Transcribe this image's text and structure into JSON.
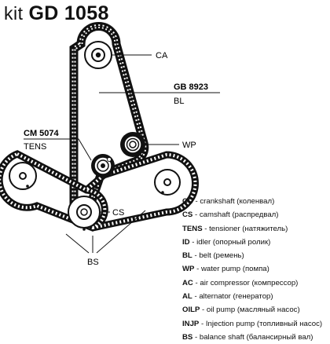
{
  "header": {
    "prefix": "kit",
    "code": "GD 1058"
  },
  "labels": {
    "ca": "CA",
    "gb_part": "GB 8923",
    "gb_sub": "BL",
    "cm_part": "CM 5074",
    "cm_sub": "TENS",
    "wp": "WP",
    "cs": "CS",
    "bs": "BS"
  },
  "legend": [
    {
      "abbr": "CC",
      "text": " - crankshaft (коленвал)"
    },
    {
      "abbr": "CS",
      "text": " - camshaft (распредвал)"
    },
    {
      "abbr": "TENS",
      "text": " - tensioner (натяжитель)"
    },
    {
      "abbr": "ID",
      "text": " - idler (опорный ролик)"
    },
    {
      "abbr": "BL",
      "text": " - belt (ремень)"
    },
    {
      "abbr": "WP",
      "text": " - water pump (помпа)"
    },
    {
      "abbr": "AC",
      "text": " - air compressor (компрессор)"
    },
    {
      "abbr": "AL",
      "text": " - alternator (генератор)"
    },
    {
      "abbr": "OILP",
      "text": " - oil pump (масляный насос)"
    },
    {
      "abbr": "INJP",
      "text": " - Injection pump (топливный насос)"
    },
    {
      "abbr": "BS",
      "text": " - balance shaft (балансирный вал)"
    }
  ]
}
